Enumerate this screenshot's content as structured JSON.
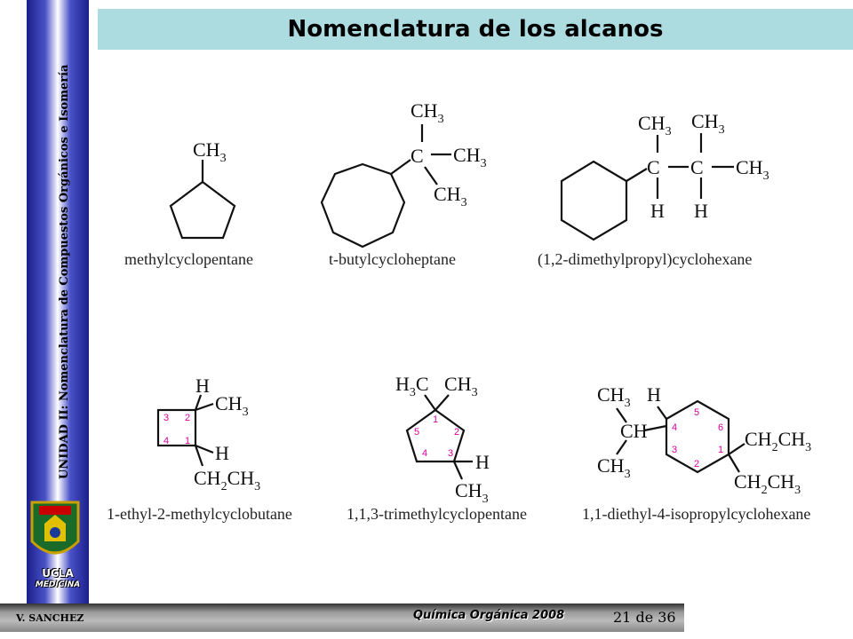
{
  "header": {
    "title": "Nomenclatura de los alcanos"
  },
  "sidebar": {
    "vertical_title": "UNIDAD II: Nomenclatura de Compuestos Orgánicos e Isomería",
    "logo_text": "UCLA",
    "logo_sub": "MEDICINA"
  },
  "footer": {
    "author": "V. SANCHEZ",
    "course": "Química Orgánica  2008",
    "page": "21 de 36"
  },
  "structures": [
    {
      "name": "methylcyclopentane"
    },
    {
      "name": "t-butylcycloheptane"
    },
    {
      "name": "(1,2-dimethylpropyl)cyclohexane"
    },
    {
      "name": "1-ethyl-2-methylcyclobutane"
    },
    {
      "name": "1,1,3-trimethylcyclopentane"
    },
    {
      "name": "1,1-diethyl-4-isopropylcyclohexane"
    }
  ]
}
